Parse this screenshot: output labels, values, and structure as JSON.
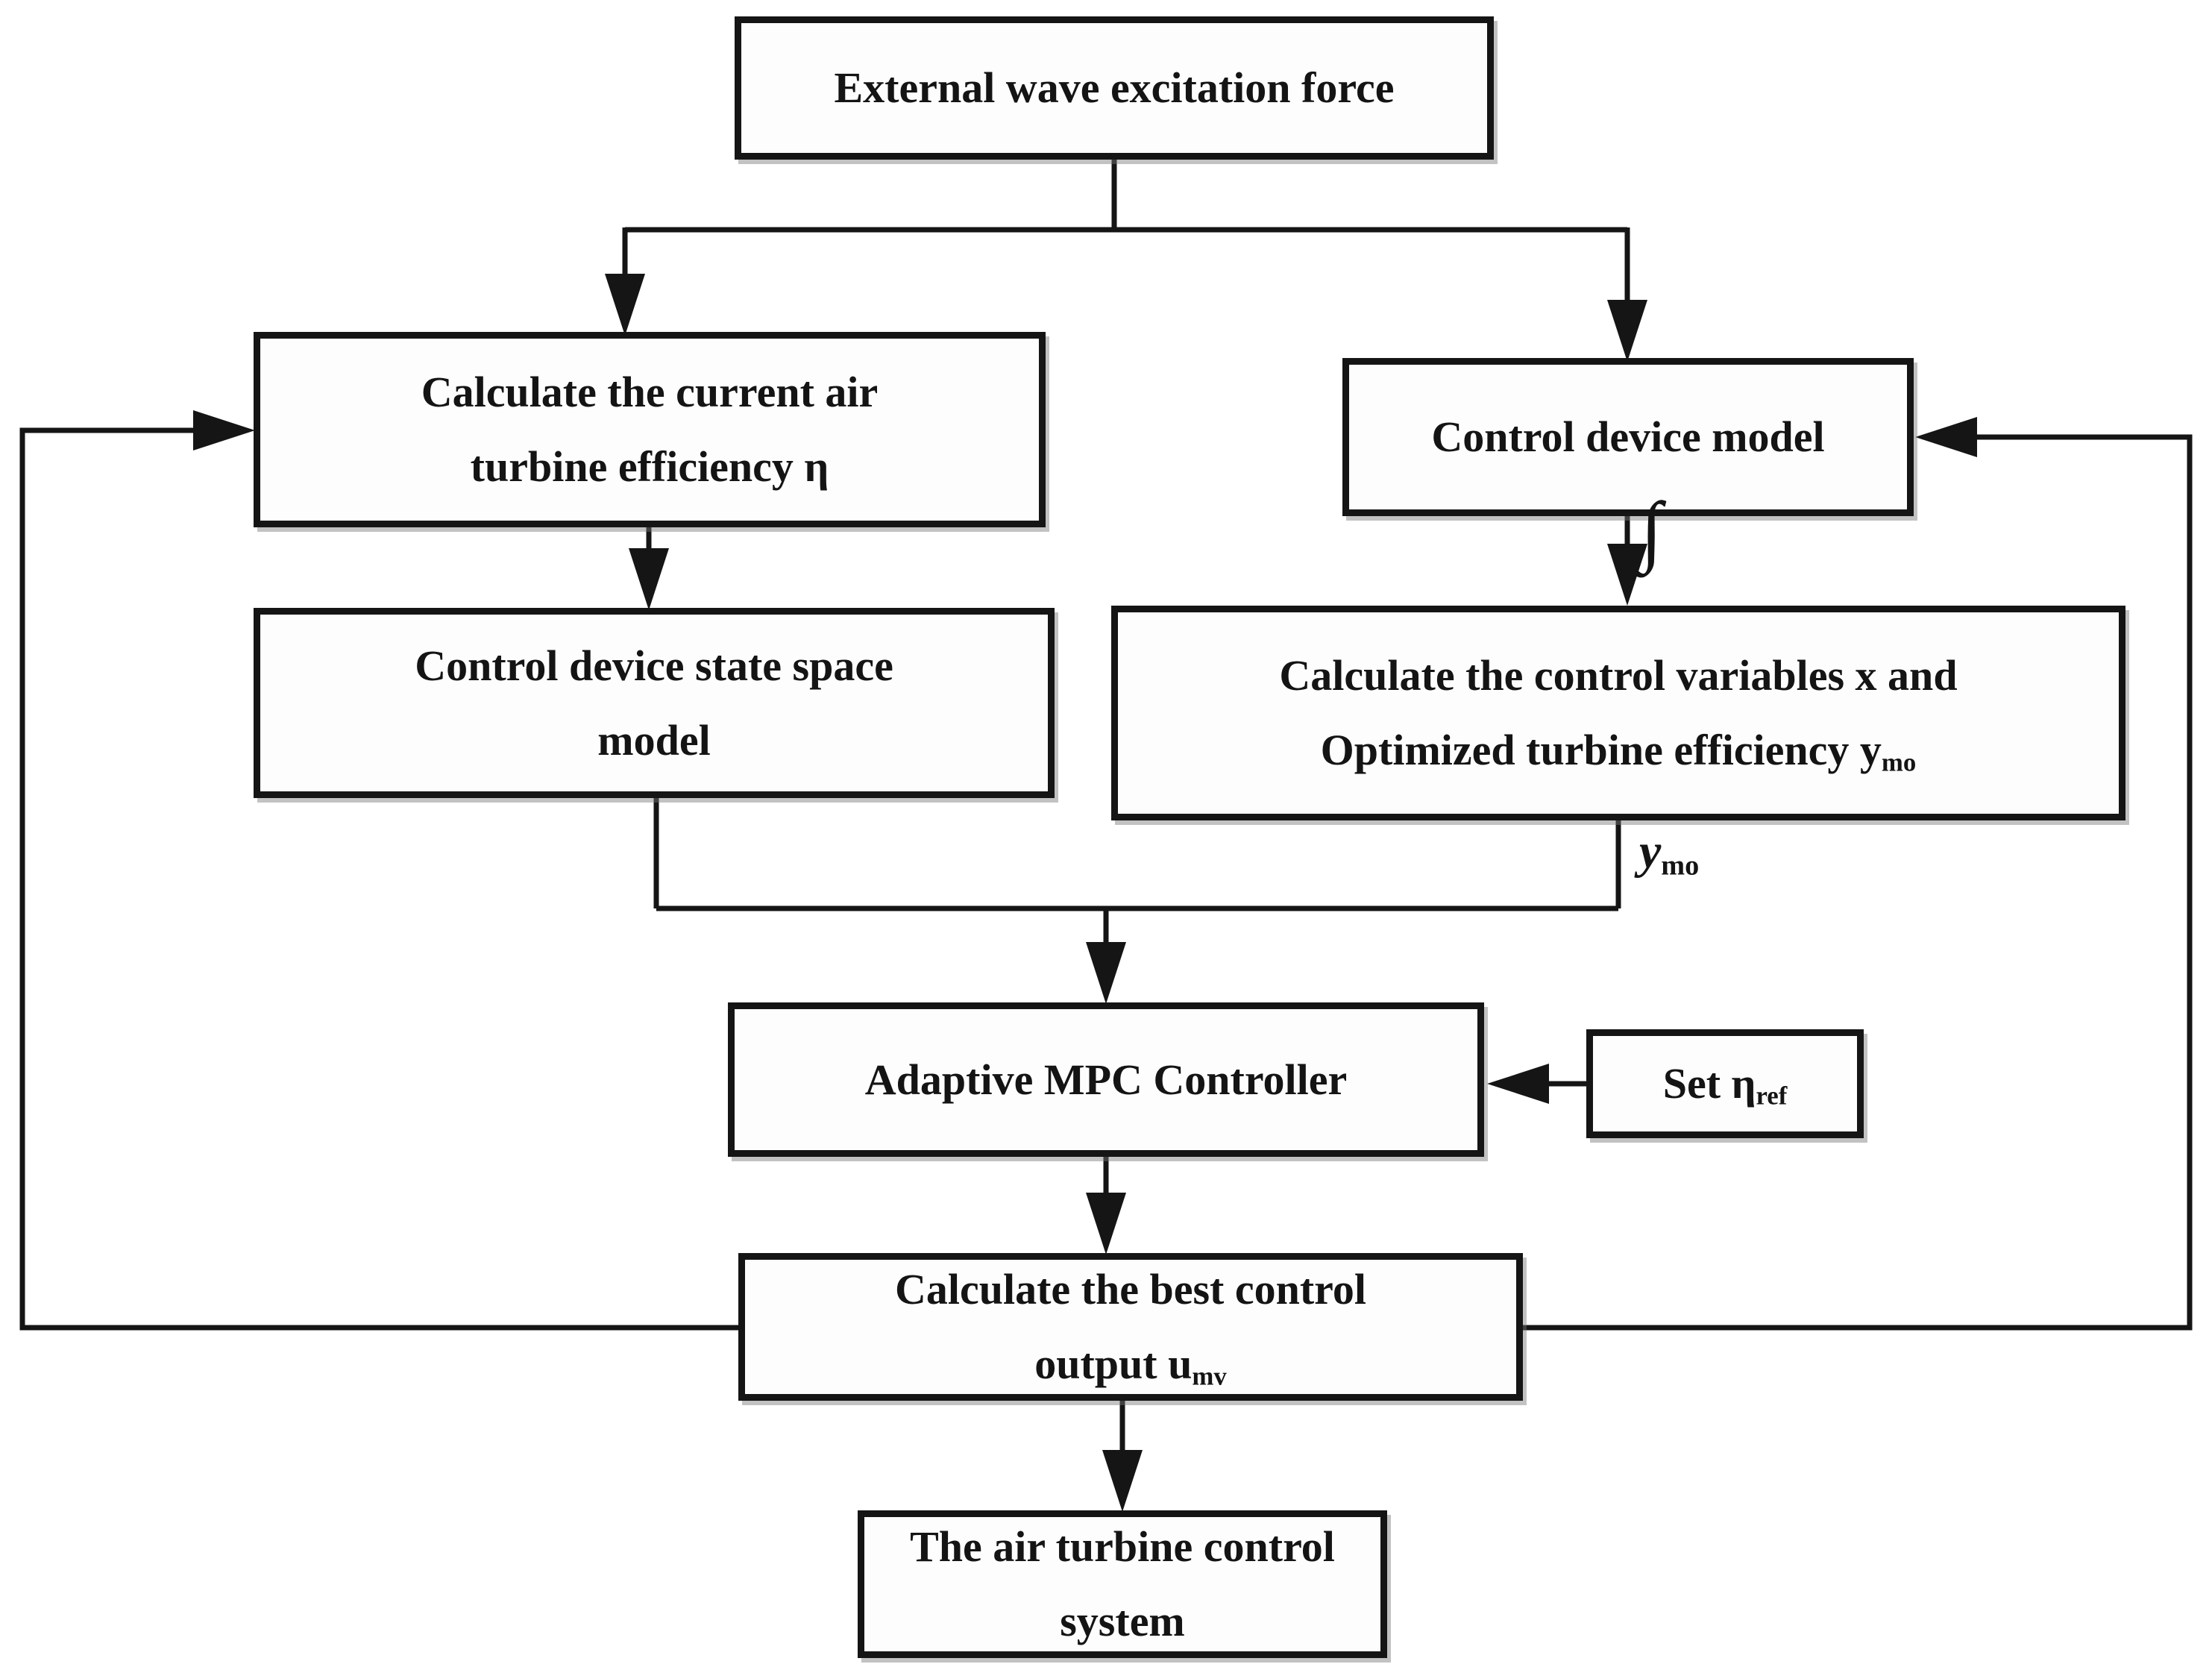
{
  "diagram": {
    "type": "control-system-flowchart",
    "colors": {
      "line": "#151515",
      "box_border": "#151515",
      "box_fill": "#fdfdfd",
      "background": "#ffffff"
    },
    "boxes": {
      "wave": {
        "label": "External wave excitation force"
      },
      "efficiency": {
        "line1": "Calculate the current air",
        "line2": "turbine efficiency η"
      },
      "control_device": {
        "label": "Control device model"
      },
      "state_space": {
        "line1": "Control device state space",
        "line2": "model"
      },
      "calc_variables": {
        "line1": "Calculate the control variables x and",
        "line2_main": "Optimized turbine efficiency y",
        "line2_sub": "mo"
      },
      "mpc": {
        "label": "Adaptive MPC Controller"
      },
      "set_ref": {
        "main": "Set η",
        "sub": "ref"
      },
      "best_output": {
        "line1": "Calculate the best control",
        "line2_main": "output u",
        "line2_sub": "mv"
      },
      "air_turbine": {
        "line1": "The air turbine control",
        "line2": "system"
      }
    },
    "edge_labels": {
      "integral": "∫",
      "ymo_main": "y",
      "ymo_sub": "mo"
    }
  }
}
